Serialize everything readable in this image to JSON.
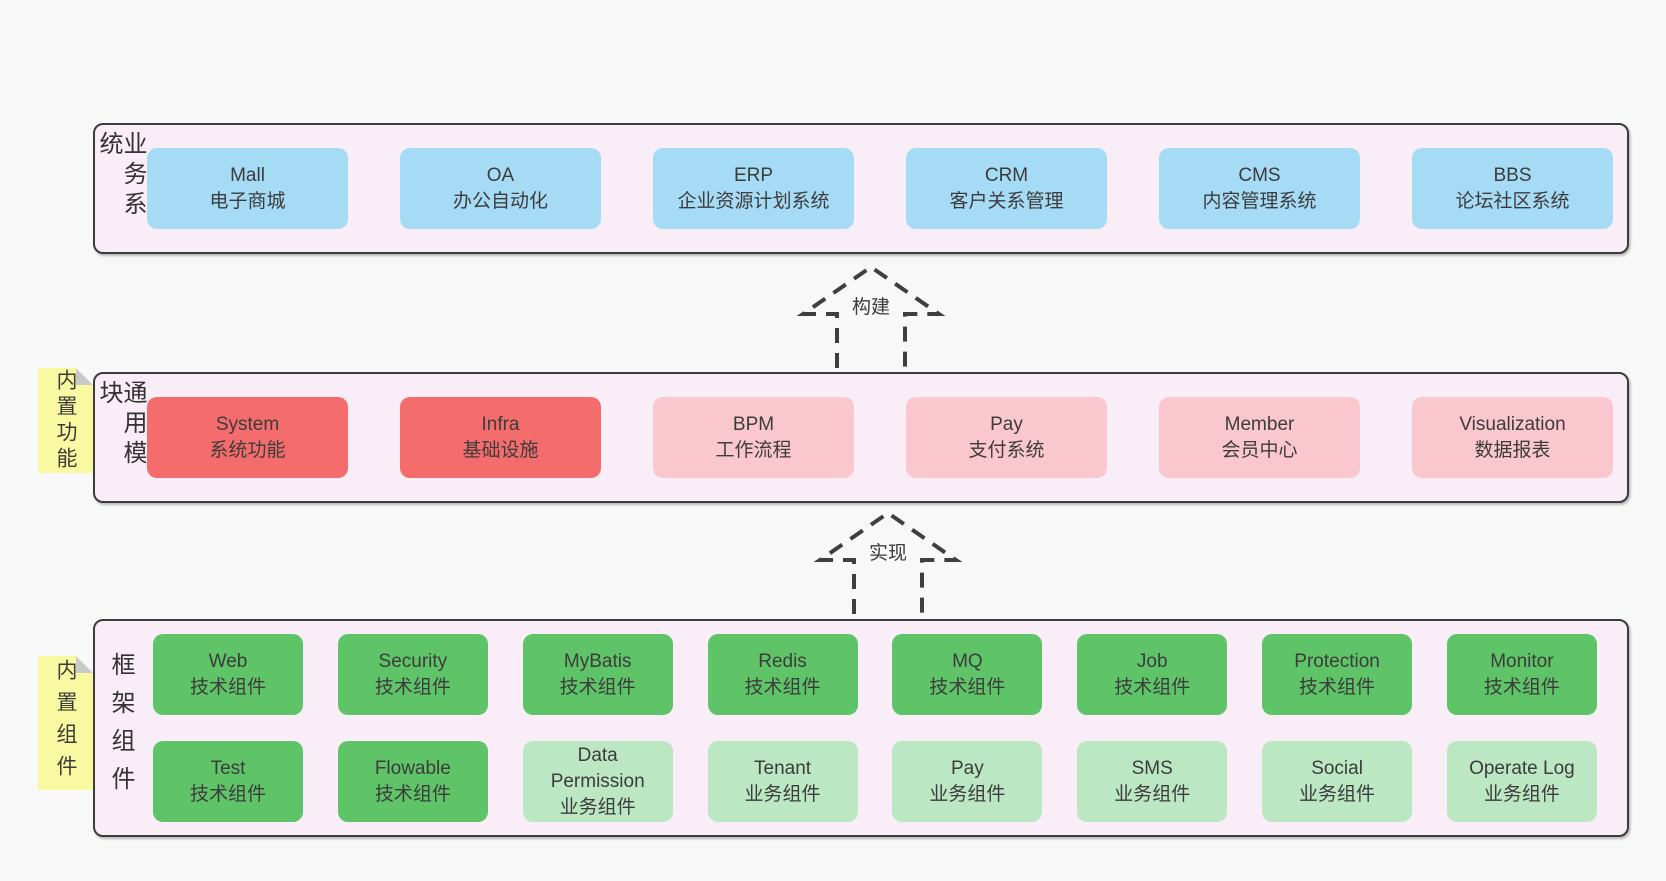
{
  "colors": {
    "page_bg": "#f8f8f8",
    "band_bg": "#f9eef7",
    "band_border": "#3c3c3c",
    "blue": "#a6dbf6",
    "red": "#f56c6c",
    "pink": "#fbc7cf",
    "green": "#5fc468",
    "green_light": "#bce7c3",
    "sticky_yellow": "#f9f9a2",
    "text": "#3c3c3c"
  },
  "bands": [
    {
      "label": "业务系统",
      "boxes": [
        {
          "title": "Mall",
          "subtitle": "电子商城",
          "color": "blue"
        },
        {
          "title": "OA",
          "subtitle": "办公自动化",
          "color": "blue"
        },
        {
          "title": "ERP",
          "subtitle": "企业资源计划系统",
          "color": "blue"
        },
        {
          "title": "CRM",
          "subtitle": "客户关系管理",
          "color": "blue"
        },
        {
          "title": "CMS",
          "subtitle": "内容管理系统",
          "color": "blue"
        },
        {
          "title": "BBS",
          "subtitle": "论坛社区系统",
          "color": "blue"
        }
      ]
    },
    {
      "label": "通用模块",
      "sticky": "内置功能",
      "boxes": [
        {
          "title": "System",
          "subtitle": "系统功能",
          "color": "red"
        },
        {
          "title": "Infra",
          "subtitle": "基础设施",
          "color": "red"
        },
        {
          "title": "BPM",
          "subtitle": "工作流程",
          "color": "pink"
        },
        {
          "title": "Pay",
          "subtitle": "支付系统",
          "color": "pink"
        },
        {
          "title": "Member",
          "subtitle": "会员中心",
          "color": "pink"
        },
        {
          "title": "Visualization",
          "subtitle": "数据报表",
          "color": "pink"
        }
      ]
    },
    {
      "label": "框架组件",
      "sticky": "内置组件",
      "rows": [
        [
          {
            "title": "Web",
            "subtitle": "技术组件",
            "color": "green"
          },
          {
            "title": "Security",
            "subtitle": "技术组件",
            "color": "green"
          },
          {
            "title": "MyBatis",
            "subtitle": "技术组件",
            "color": "green"
          },
          {
            "title": "Redis",
            "subtitle": "技术组件",
            "color": "green"
          },
          {
            "title": "MQ",
            "subtitle": "技术组件",
            "color": "green"
          },
          {
            "title": "Job",
            "subtitle": "技术组件",
            "color": "green"
          },
          {
            "title": "Protection",
            "subtitle": "技术组件",
            "color": "green"
          },
          {
            "title": "Monitor",
            "subtitle": "技术组件",
            "color": "green"
          }
        ],
        [
          {
            "title": "Test",
            "subtitle": "技术组件",
            "color": "green"
          },
          {
            "title": "Flowable",
            "subtitle": "技术组件",
            "color": "green"
          },
          {
            "title": "Data Permission",
            "subtitle": "业务组件",
            "color": "green-light"
          },
          {
            "title": "Tenant",
            "subtitle": "业务组件",
            "color": "green-light"
          },
          {
            "title": "Pay",
            "subtitle": "业务组件",
            "color": "green-light"
          },
          {
            "title": "SMS",
            "subtitle": "业务组件",
            "color": "green-light"
          },
          {
            "title": "Social",
            "subtitle": "业务组件",
            "color": "green-light"
          },
          {
            "title": "Operate Log",
            "subtitle": "业务组件",
            "color": "green-light"
          }
        ]
      ]
    }
  ],
  "arrows": [
    {
      "label": "构建"
    },
    {
      "label": "实现"
    }
  ]
}
